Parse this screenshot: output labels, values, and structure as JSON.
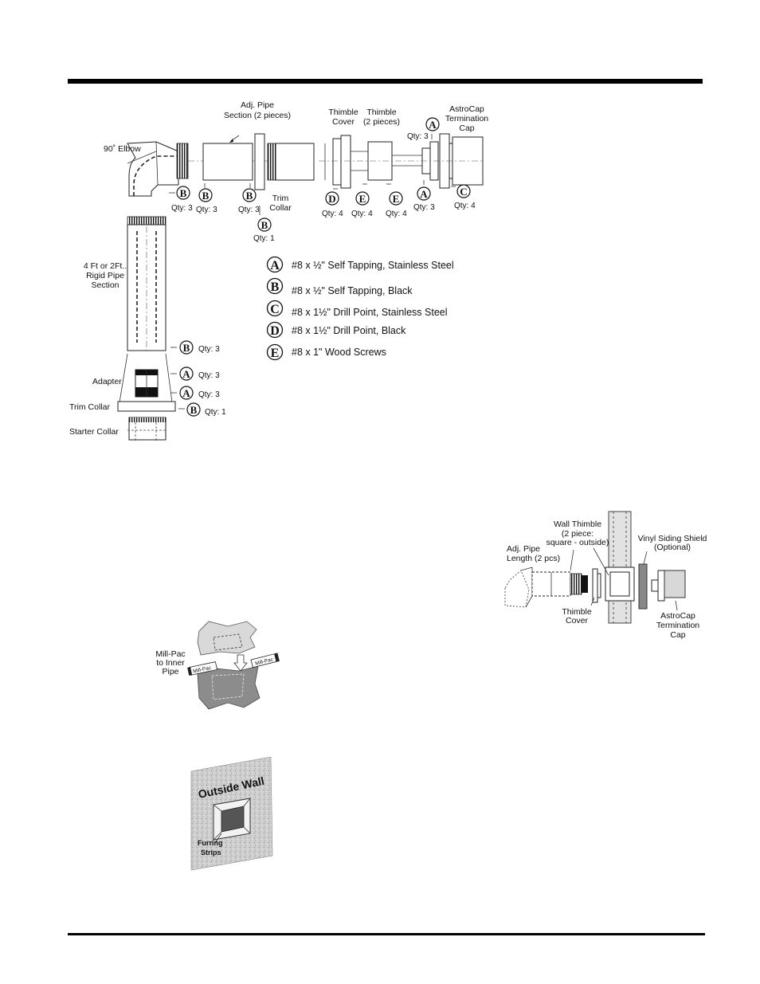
{
  "parts": {
    "adj_pipe": [
      "Adj. Pipe",
      "Section (2 pieces)"
    ],
    "elbow": "90˚ Elbow",
    "trim_collar_top": [
      "Trim",
      "Collar"
    ],
    "thimble_cover": [
      "Thimble",
      "Cover"
    ],
    "thimble": [
      "Thimble",
      "(2 pieces)"
    ],
    "astrocap": [
      "AstroCap",
      "Termination",
      "Cap"
    ],
    "rigid_pipe": [
      "4 Ft or 2Ft..",
      "Rigid Pipe",
      "Section"
    ],
    "adapter": "Adapter",
    "trim_collar": "Trim Collar",
    "starter_collar": "Starter Collar"
  },
  "callouts": [
    {
      "letter": "B",
      "qty": "Qty: 3"
    },
    {
      "letter": "B",
      "qty": "Qty: 3"
    },
    {
      "letter": "B",
      "qty": "Qty: 3"
    },
    {
      "letter": "B",
      "qty": "Qty: 1"
    },
    {
      "letter": "D",
      "qty": "Qty: 4"
    },
    {
      "letter": "E",
      "qty": "Qty: 4"
    },
    {
      "letter": "E",
      "qty": "Qty: 4"
    },
    {
      "letter": "A",
      "qty": "Qty: 3"
    },
    {
      "letter": "A",
      "qty": "Qty: 3"
    },
    {
      "letter": "C",
      "qty": "Qty: 4"
    },
    {
      "letter": "B",
      "qty": "Qty: 3"
    },
    {
      "letter": "A",
      "qty": "Qty: 3"
    },
    {
      "letter": "A",
      "qty": "Qty: 3"
    },
    {
      "letter": "B",
      "qty": "Qty: 1"
    }
  ],
  "legend": [
    {
      "letter": "A",
      "text": "#8 x ½\" Self Tapping, Stainless Steel"
    },
    {
      "letter": "B",
      "text": "#8 x ½\" Self Tapping, Black"
    },
    {
      "letter": "C",
      "text": "#8 x 1½\" Drill Point, Stainless Steel"
    },
    {
      "letter": "D",
      "text": "#8 x 1½\" Drill Point, Black"
    },
    {
      "letter": "E",
      "text": "#8 x 1\" Wood Screws"
    }
  ],
  "wall_diagram": {
    "wall_thimble": [
      "Wall Thimble",
      "(2 piece:",
      "square - outside)"
    ],
    "vinyl_shield": [
      "Vinyl Siding Shield",
      "(Optional)"
    ],
    "adj_pipe_length": [
      "Adj. Pipe",
      "Length (2 pcs)"
    ],
    "thimble_cover": [
      "Thimble",
      "Cover"
    ],
    "astrocap": [
      "AstroCap",
      "Termination",
      "Cap"
    ]
  },
  "millpac": {
    "label": [
      "Mill-Pac",
      "to Inner",
      "Pipe"
    ],
    "tag": "Mill-Pac"
  },
  "outside_wall": {
    "title": "Outside Wall",
    "furring": [
      "Furring",
      "Strips"
    ]
  }
}
